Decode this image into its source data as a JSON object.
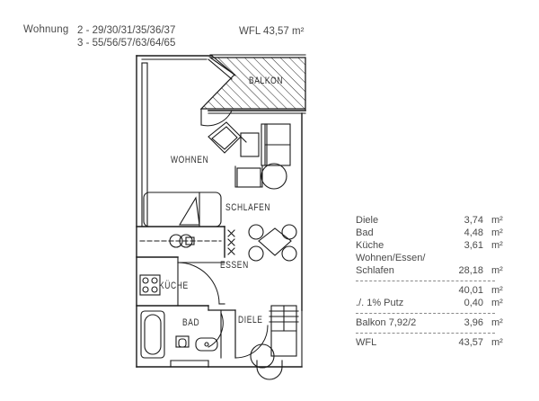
{
  "header": {
    "wohnung_label": "Wohnung",
    "unit_lines": [
      "2 - 29/30/31/35/36/37",
      "3 - 55/56/57/63/64/65"
    ],
    "wfl_header": "WFL 43,57 m²"
  },
  "floorplan": {
    "rooms": [
      {
        "name": "balkon",
        "label": "BALKON"
      },
      {
        "name": "wohnen",
        "label": "WOHNEN"
      },
      {
        "name": "schlafen",
        "label": "SCHLAFEN"
      },
      {
        "name": "essen",
        "label": "ESSEN"
      },
      {
        "name": "kueche",
        "label": "KÜCHE"
      },
      {
        "name": "bad",
        "label": "BAD"
      },
      {
        "name": "diele",
        "label": "DIELE"
      }
    ],
    "line_color": "#1a1a1a",
    "hatch_color": "#2a2a2a"
  },
  "area_table": {
    "rows": [
      {
        "label": "Diele",
        "value": "3,74",
        "unit": "m²"
      },
      {
        "label": "Bad",
        "value": "4,48",
        "unit": "m²"
      },
      {
        "label": "Küche",
        "value": "3,61",
        "unit": "m²"
      },
      {
        "label": "Wohnen/Essen/",
        "value": "",
        "unit": ""
      },
      {
        "label": "Schlafen",
        "value": "28,18",
        "unit": "m²"
      },
      {
        "label": "",
        "value": "40,01",
        "unit": "m²"
      },
      {
        "label": "./. 1% Putz",
        "value": "0,40",
        "unit": "m²"
      },
      {
        "label": "Balkon 7,92/2",
        "value": "3,96",
        "unit": "m²"
      },
      {
        "label": "WFL",
        "value": "43,57",
        "unit": "m²"
      }
    ]
  }
}
